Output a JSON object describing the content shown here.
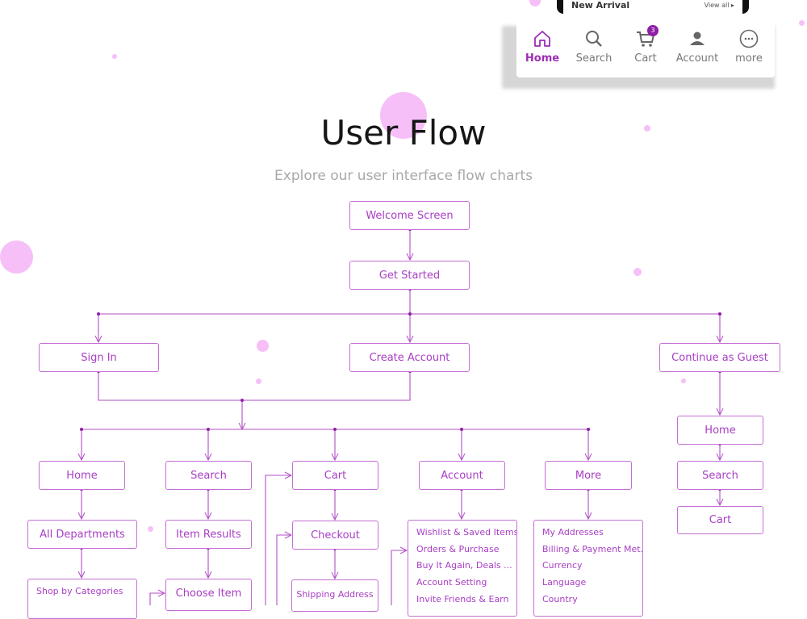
{
  "phone_preview": {
    "section_title": "New Arrival",
    "view_all": "View all ▸"
  },
  "bottom_nav": {
    "items": [
      {
        "label": "Home",
        "icon": "home-icon",
        "active": true
      },
      {
        "label": "Search",
        "icon": "search-icon"
      },
      {
        "label": "Cart",
        "icon": "cart-icon",
        "badge": "3"
      },
      {
        "label": "Account",
        "icon": "account-icon"
      },
      {
        "label": "more",
        "icon": "more-icon"
      }
    ],
    "active_color": "#9b2fb5"
  },
  "header": {
    "title": "User Flow",
    "subtitle": "Explore our user interface flow charts"
  },
  "flow": {
    "accent_color": "#b14fc5",
    "welcome": "Welcome Screen",
    "get_started": "Get Started",
    "sign_in": "Sign In",
    "create_account": "Create Account",
    "guest": "Continue as Guest",
    "tabs": {
      "home": "Home",
      "search": "Search",
      "cart": "Cart",
      "account": "Account",
      "more": "More"
    },
    "home_branch": {
      "all_departments": "All Departments",
      "shop_by_categories": "Shop by Categories"
    },
    "search_branch": {
      "item_results": "Item Results",
      "choose_item": "Choose Item"
    },
    "cart_branch": {
      "checkout": "Checkout",
      "shipping_address": "Shipping Address"
    },
    "account_items": [
      "Wishlist & Saved Items",
      "Orders & Purchase",
      "Buy It Again, Deals ...",
      "Account Setting",
      "Invite Friends & Earn"
    ],
    "more_items": [
      "My Addresses",
      "Billing & Payment Met...",
      "Currency",
      "Language",
      "Country"
    ],
    "guest_branch": {
      "home": "Home",
      "search": "Search",
      "cart": "Cart"
    }
  }
}
